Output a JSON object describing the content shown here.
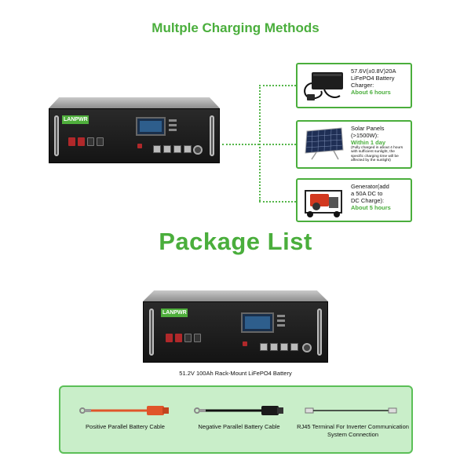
{
  "charging": {
    "title": "Multple Charging Methods",
    "options": [
      {
        "icon": "charger-image",
        "lines": [
          "57.6V(±0.8V)20A",
          "LiFePO4 Battery",
          "Charger:"
        ],
        "highlight": "About 6 hours",
        "note": ""
      },
      {
        "icon": "solar-panel-image",
        "lines": [
          "Solar Panels",
          "(>1500W):"
        ],
        "highlight": "Within 1 day",
        "note": "(Fully charged in about 4 hours with sufficient sunlight, the specific charging time will be affected by the sunlight)"
      },
      {
        "icon": "generator-image",
        "lines": [
          "Generator(add",
          "a 50A DC to",
          "DC Charge):"
        ],
        "highlight": "About 5 hours",
        "note": ""
      }
    ]
  },
  "battery": {
    "logo": "LANPWR"
  },
  "package": {
    "title": "Package List",
    "battery_caption": "51.2V 100Ah Rack-Mount LiFePO4 Battery",
    "items": [
      {
        "label": "Positive Parallel Battery Cable"
      },
      {
        "label": "Negative Parallel Battery Cable"
      },
      {
        "label": "RJ45 Terminal For Inverter Communication System Connection"
      }
    ]
  },
  "colors": {
    "accent_green": "#4aae3c",
    "panel_green": "#c9eec9",
    "cable_red": "#e0552a"
  }
}
